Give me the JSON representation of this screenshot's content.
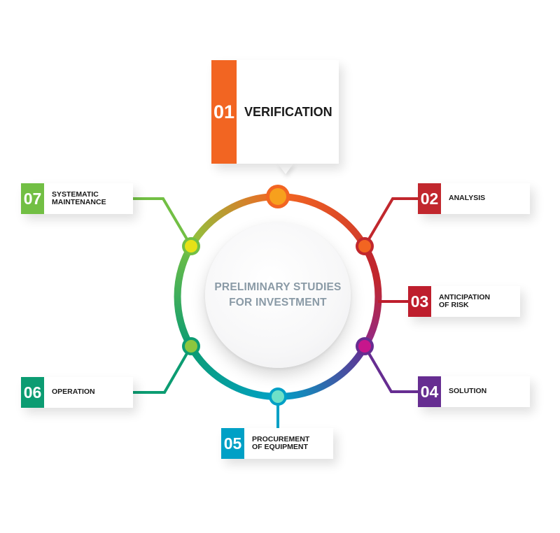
{
  "center": {
    "line1": "PRELIMINARY STUDIES",
    "line2": "FOR INVESTMENT"
  },
  "steps": [
    {
      "number": "01",
      "line1": "VERIFICATION",
      "line2": "",
      "color": "#f26522"
    },
    {
      "number": "02",
      "line1": "ANALYSIS",
      "line2": "",
      "color": "#c1272d"
    },
    {
      "number": "03",
      "line1": "ANTICIPATION",
      "line2": "OF RISK",
      "color": "#be1e2d"
    },
    {
      "number": "04",
      "line1": "SOLUTION",
      "line2": "",
      "color": "#662d91"
    },
    {
      "number": "05",
      "line1": "PROCUREMENT",
      "line2": "OF EQUIPMENT",
      "color": "#00a0c6"
    },
    {
      "number": "06",
      "line1": "OPERATION",
      "line2": "",
      "color": "#0c9c72"
    },
    {
      "number": "07",
      "line1": "SYSTEMATIC",
      "line2": "MAINTENANCE",
      "color": "#72bf44"
    }
  ],
  "node_colors": {
    "node-01": "#f7a01d",
    "node-02": "#f26522",
    "node-03": "#9e1f63",
    "node-04": "#c7168c",
    "node-05": "#6ee0c8",
    "node-06": "#8cc63f",
    "node-07": "#e6e117"
  }
}
